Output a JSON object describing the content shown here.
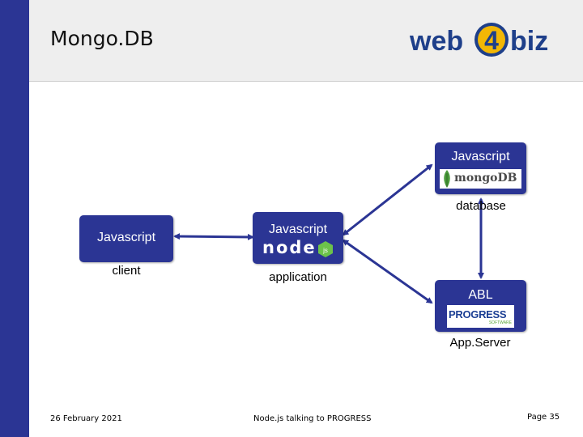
{
  "header": {
    "title": "Mongo.DB",
    "logo": {
      "text_left": "web",
      "digit": "4",
      "text_right": "biz"
    }
  },
  "diagram": {
    "mongo": {
      "label": "Javascript",
      "logo_text": "mongoDB",
      "caption": "database"
    },
    "client": {
      "label": "Javascript",
      "caption": "client"
    },
    "node": {
      "label": "Javascript",
      "logo_text": "node",
      "caption": "application"
    },
    "abl": {
      "label": "ABL",
      "logo_text": "PROGRESS",
      "logo_sub": "SOFTWARE",
      "caption": "App.Server"
    }
  },
  "footer": {
    "date": "26 February 2021",
    "center": "Node.js talking to PROGRESS",
    "page": "Page 35"
  },
  "colors": {
    "sidebar": "#2b3594",
    "box": "#2b3594",
    "arrow": "#2b3594",
    "logo_blue": "#1e3f8a",
    "logo_yellow": "#f2b705"
  }
}
